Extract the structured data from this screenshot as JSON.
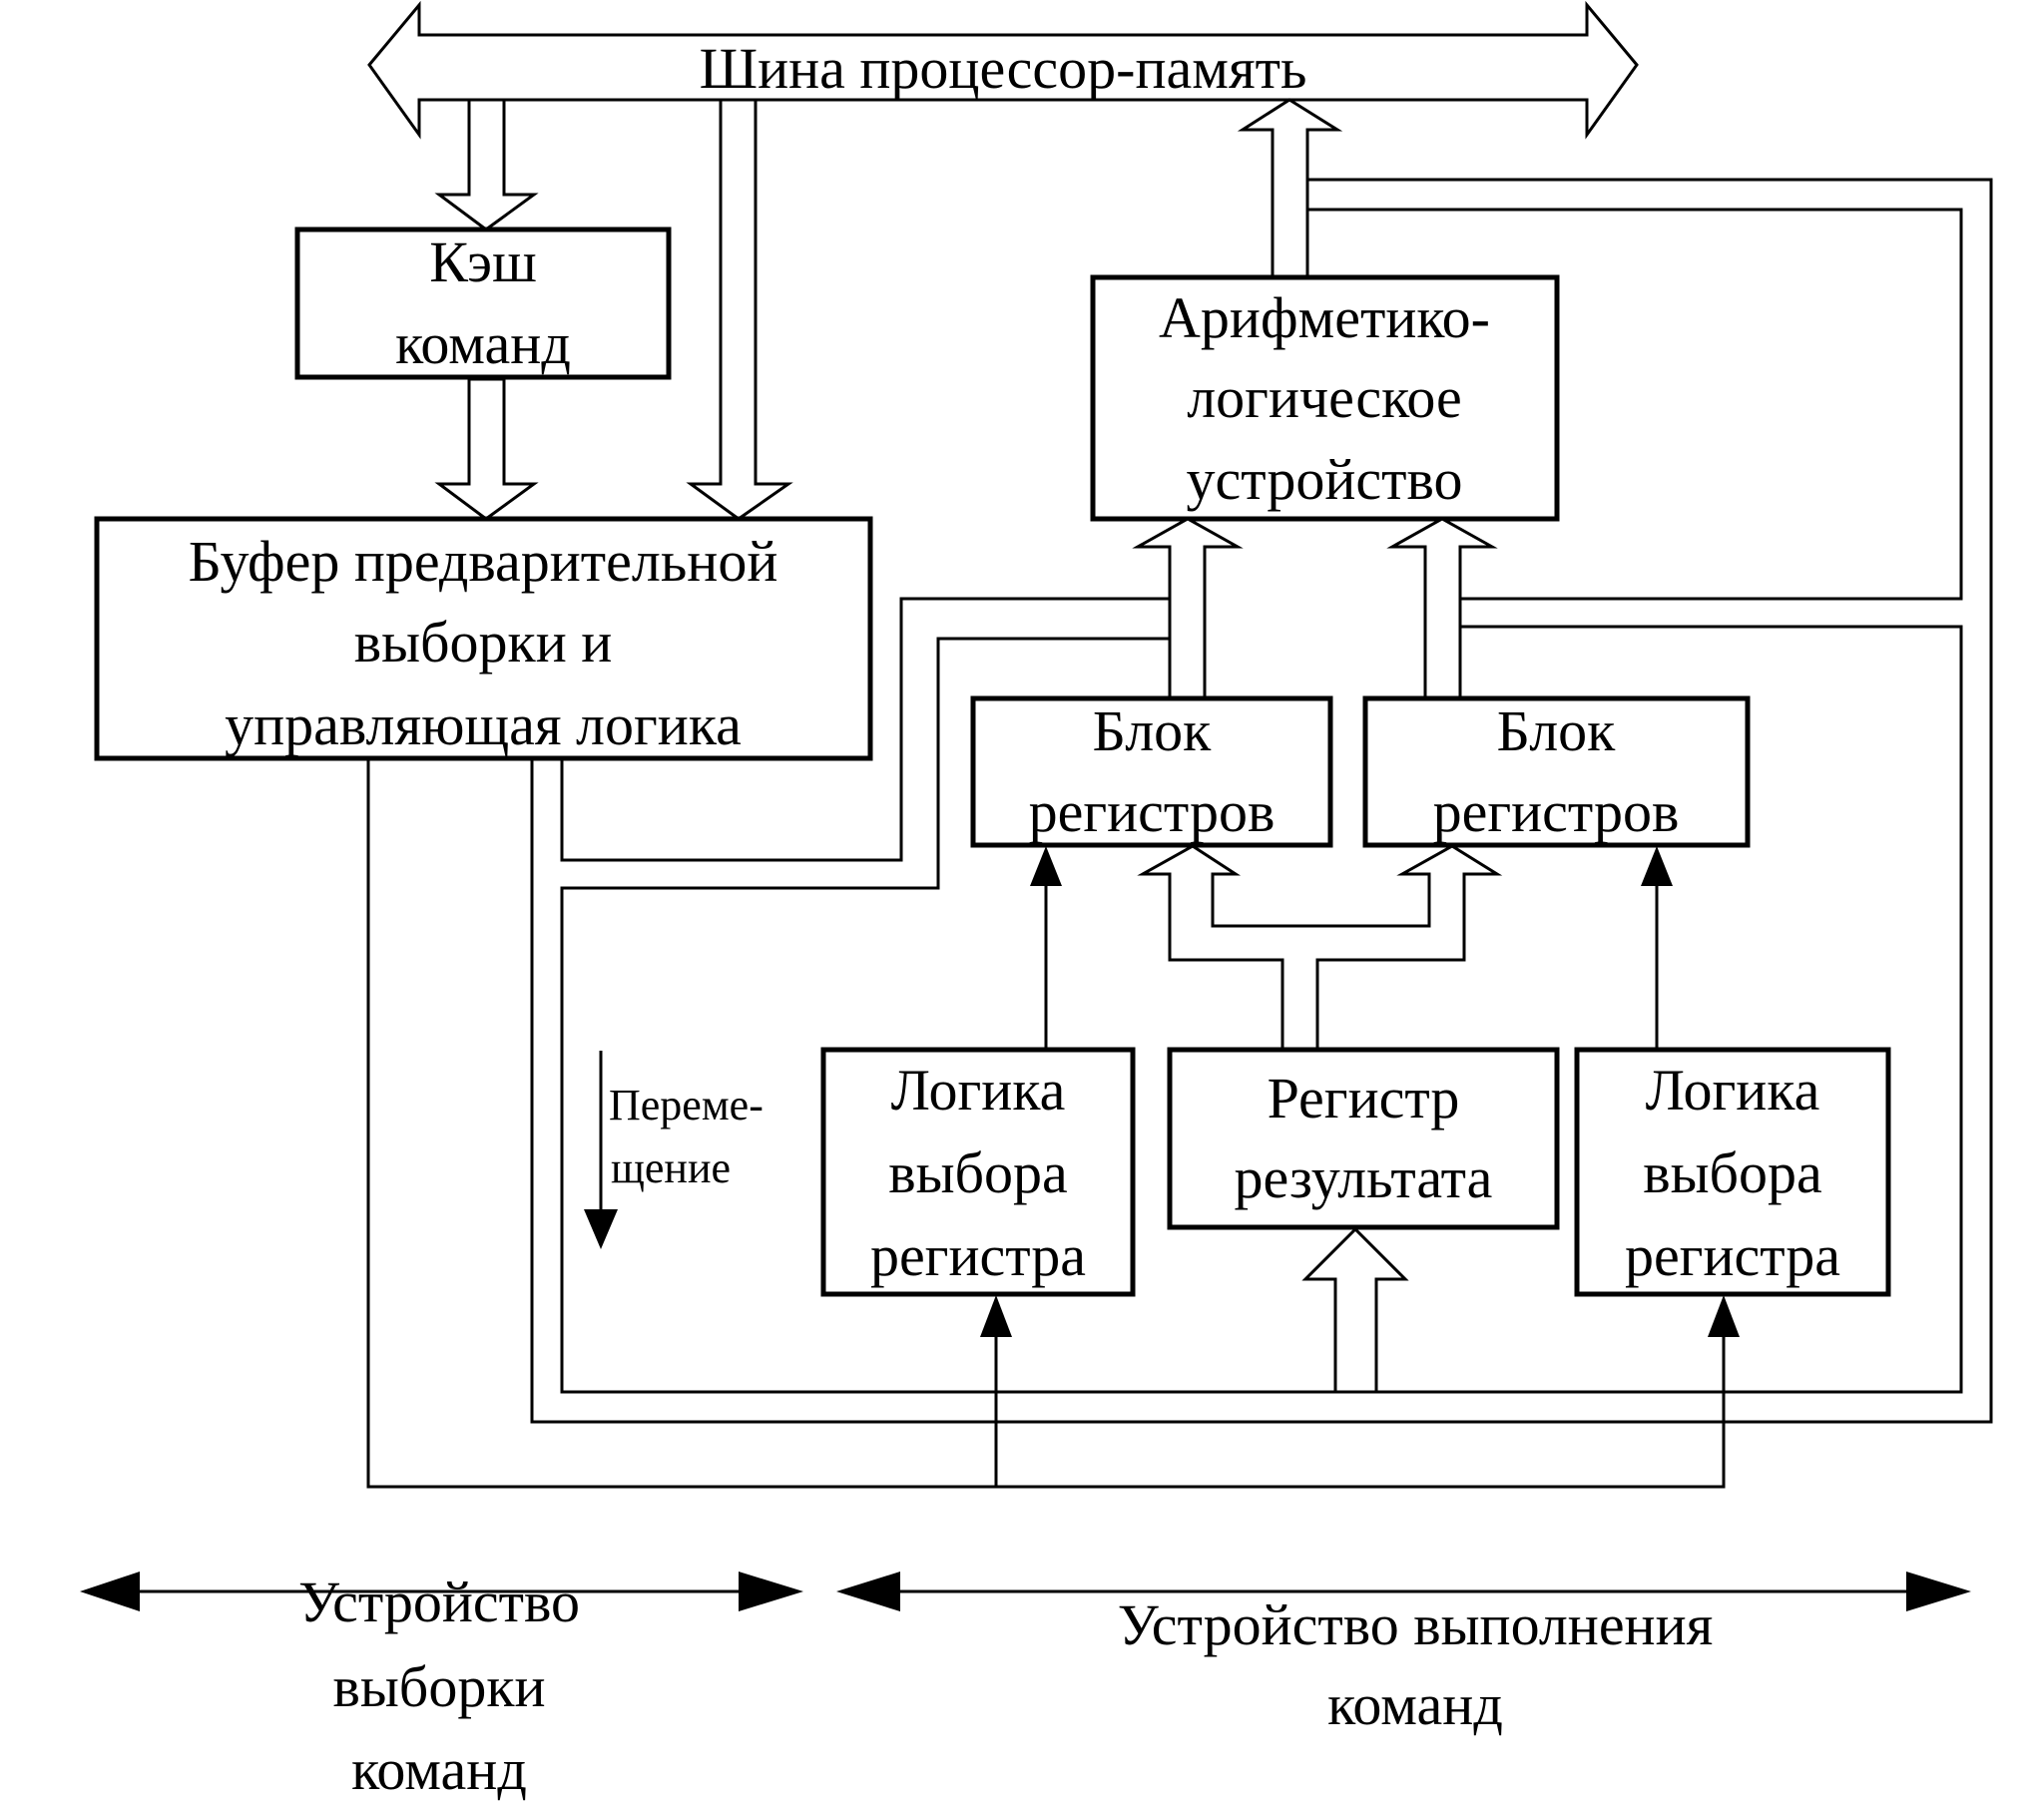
{
  "bus": {
    "label": "Шина процессор-память"
  },
  "cache": {
    "lines": [
      "Кэш",
      "команд"
    ]
  },
  "buffer": {
    "lines": [
      "Буфер предварительной",
      "выборки и",
      "управляющая логика"
    ]
  },
  "alu": {
    "lines": [
      "Арифметико-",
      "логическое",
      "устройство"
    ]
  },
  "regblock_left": {
    "lines": [
      "Блок",
      "регистров"
    ]
  },
  "regblock_right": {
    "lines": [
      "Блок",
      "регистров"
    ]
  },
  "regsel_left": {
    "lines": [
      "Логика",
      "выбора",
      "регистра"
    ]
  },
  "result_reg": {
    "lines": [
      "Регистр",
      "результата"
    ]
  },
  "regsel_right": {
    "lines": [
      "Логика",
      "выбора",
      "регистра"
    ]
  },
  "shift": {
    "lines": [
      "Переме-",
      "щение"
    ]
  },
  "fetch_unit": {
    "lines": [
      "Устройство",
      "выборки",
      "команд"
    ]
  },
  "exec_unit": {
    "lines": [
      "Устройство выполнения",
      "команд"
    ]
  }
}
